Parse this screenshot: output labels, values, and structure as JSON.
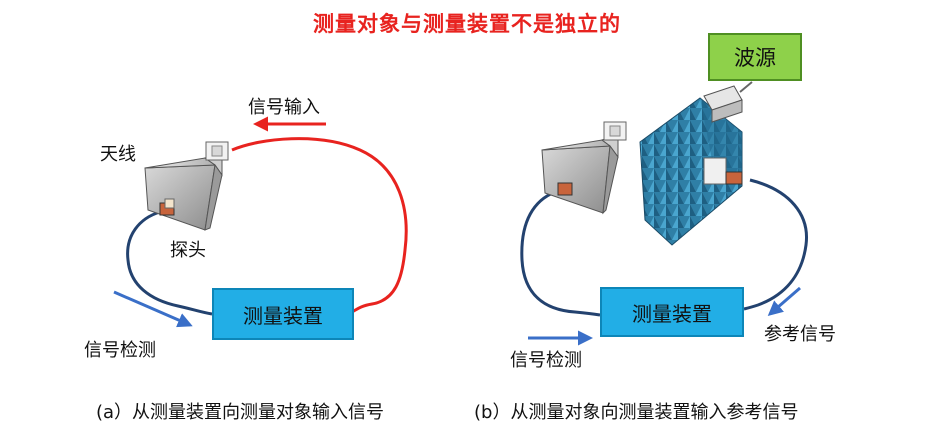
{
  "title": "测量对象与测量装置不是独立的",
  "panel_a": {
    "antenna_label": "天线",
    "probe_label": "探头",
    "input_label": "信号输入",
    "detect_label": "信号检测",
    "device_label": "测量装置",
    "caption": "(a）从测量装置向测量对象输入信号"
  },
  "panel_b": {
    "source_label": "波源",
    "device_label": "测量装置",
    "detect_label": "信号检测",
    "reference_label": "参考信号",
    "caption": "(b）从测量对象向测量装置输入参考信号"
  },
  "colors": {
    "title": "#e8231f",
    "input_arrow": "#e8231f",
    "blue_arrow": "#3a6fc8",
    "measure_box": "#22aee6",
    "source_box": "#8ed14a",
    "cable": "#23426f"
  }
}
